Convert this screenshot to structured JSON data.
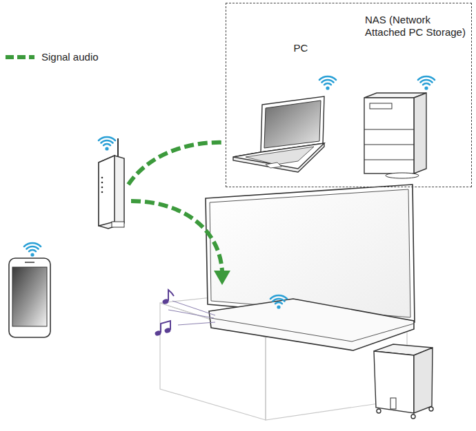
{
  "diagram": {
    "nodes": [
      {
        "text": [
          "PC",
          "NAS (Network Attached PC Storage)"
        ]
      }
    ],
    "legend": [
      {
        "text": "Signal audio"
      }
    ]
  }
}
